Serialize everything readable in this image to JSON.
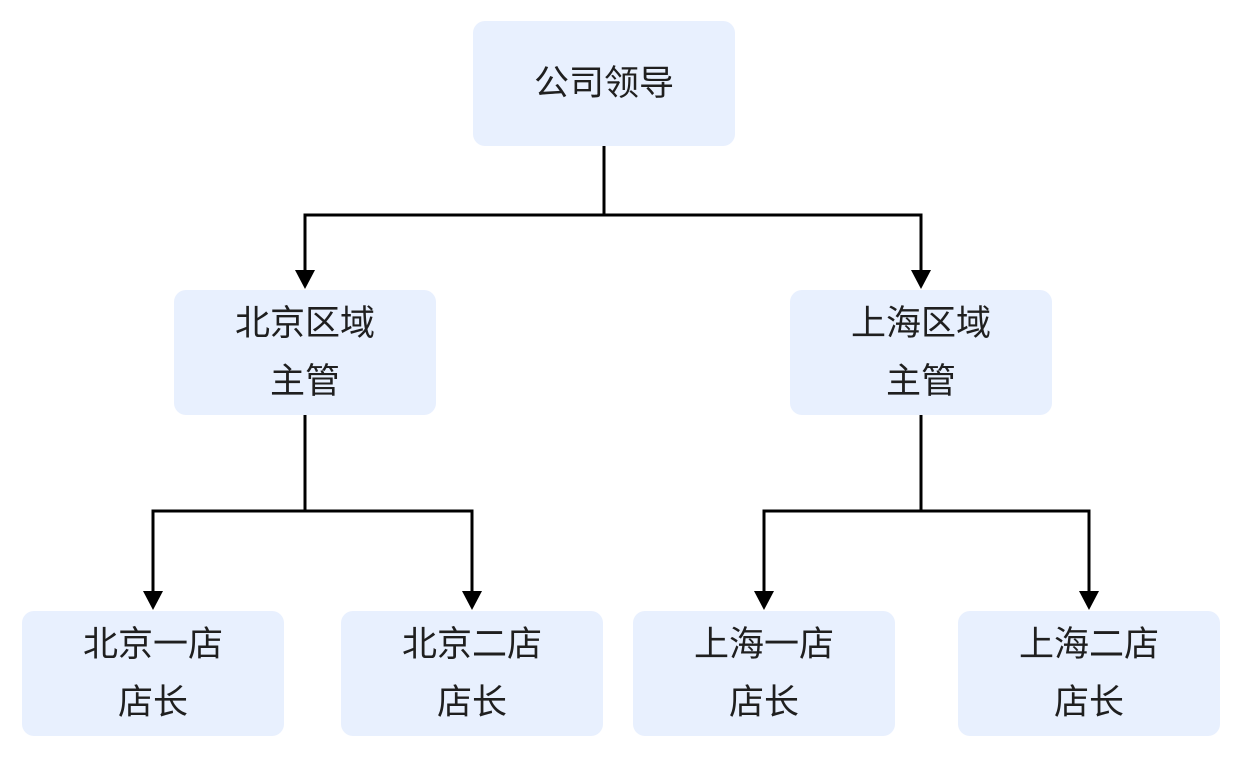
{
  "org_chart": {
    "root": {
      "line1": "公司领导",
      "line2": ""
    },
    "regions": [
      {
        "line1": "北京区域",
        "line2": "主管"
      },
      {
        "line1": "上海区域",
        "line2": "主管"
      }
    ],
    "stores": [
      {
        "line1": "北京一店",
        "line2": "店长"
      },
      {
        "line1": "北京二店",
        "line2": "店长"
      },
      {
        "line1": "上海一店",
        "line2": "店长"
      },
      {
        "line1": "上海二店",
        "line2": "店长"
      }
    ]
  },
  "colors": {
    "node_fill": "#e8f0fe",
    "connector": "#000000",
    "text": "#1f1f1f"
  }
}
